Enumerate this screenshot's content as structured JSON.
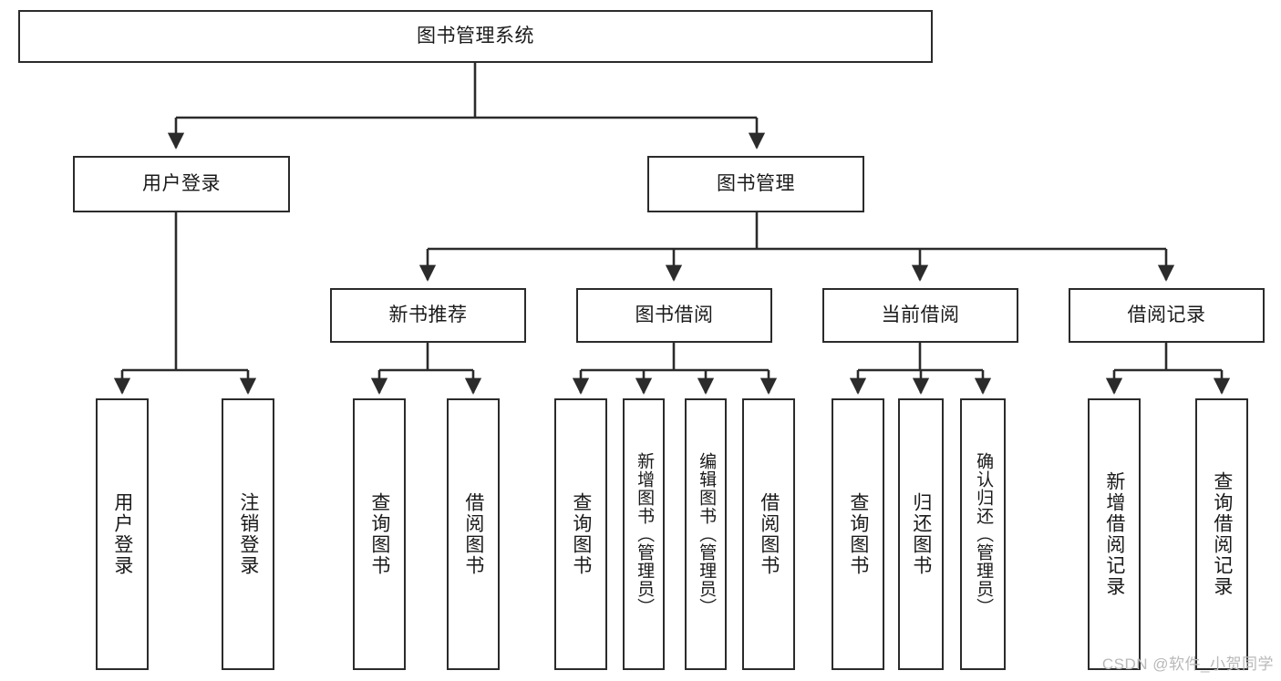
{
  "diagram": {
    "title": "图书管理系统",
    "type": "tree-hierarchy",
    "root": {
      "id": "root",
      "label": "图书管理系统"
    },
    "level2": [
      {
        "id": "login",
        "label": "用户登录"
      },
      {
        "id": "bookmgmt",
        "label": "图书管理"
      }
    ],
    "level3": [
      {
        "id": "newbook",
        "label": "新书推荐",
        "parent": "bookmgmt"
      },
      {
        "id": "borrow",
        "label": "图书借阅",
        "parent": "bookmgmt"
      },
      {
        "id": "current",
        "label": "当前借阅",
        "parent": "bookmgmt"
      },
      {
        "id": "records",
        "label": "借阅记录",
        "parent": "bookmgmt"
      }
    ],
    "leaves": [
      {
        "id": "leaf-user-login",
        "label": "用户登录",
        "parent": "login"
      },
      {
        "id": "leaf-logout",
        "label": "注销登录",
        "parent": "login"
      },
      {
        "id": "leaf-query-book-1",
        "label": "查询图书",
        "parent": "newbook"
      },
      {
        "id": "leaf-borrow-book-1",
        "label": "借阅图书",
        "parent": "newbook"
      },
      {
        "id": "leaf-query-book-2",
        "label": "查询图书",
        "parent": "borrow"
      },
      {
        "id": "leaf-add-book",
        "label": "新增图书（管理员）",
        "parent": "borrow"
      },
      {
        "id": "leaf-edit-book",
        "label": "编辑图书（管理员）",
        "parent": "borrow"
      },
      {
        "id": "leaf-borrow-book-2",
        "label": "借阅图书",
        "parent": "borrow"
      },
      {
        "id": "leaf-query-book-3",
        "label": "查询图书",
        "parent": "current"
      },
      {
        "id": "leaf-return-book",
        "label": "归还图书",
        "parent": "current"
      },
      {
        "id": "leaf-confirm-return",
        "label": "确认归还（管理员）",
        "parent": "current"
      },
      {
        "id": "leaf-add-record",
        "label": "新增借阅记录",
        "parent": "records"
      },
      {
        "id": "leaf-query-record",
        "label": "查询借阅记录",
        "parent": "records"
      }
    ],
    "colors": {
      "stroke": "#2b2b2b",
      "fill": "#ffffff",
      "text": "#1a1a1a",
      "watermark": "#b9b9b9"
    }
  },
  "watermark": {
    "text": "CSDN @软件_小贺同学"
  }
}
